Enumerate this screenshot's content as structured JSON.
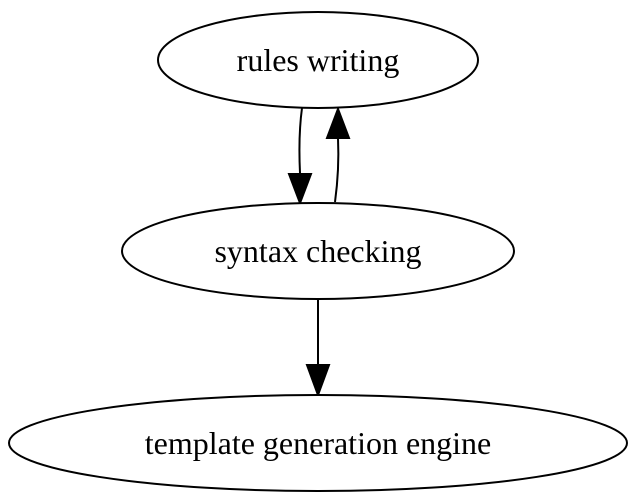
{
  "diagram": {
    "nodes": {
      "rules_writing": "rules writing",
      "syntax_checking": "syntax checking",
      "template_generation_engine": "template generation engine"
    },
    "edges": [
      {
        "from": "rules writing",
        "to": "syntax checking"
      },
      {
        "from": "syntax checking",
        "to": "rules writing"
      },
      {
        "from": "syntax checking",
        "to": "template generation engine"
      }
    ],
    "colors": {
      "stroke": "#000000",
      "background": "#ffffff"
    }
  }
}
